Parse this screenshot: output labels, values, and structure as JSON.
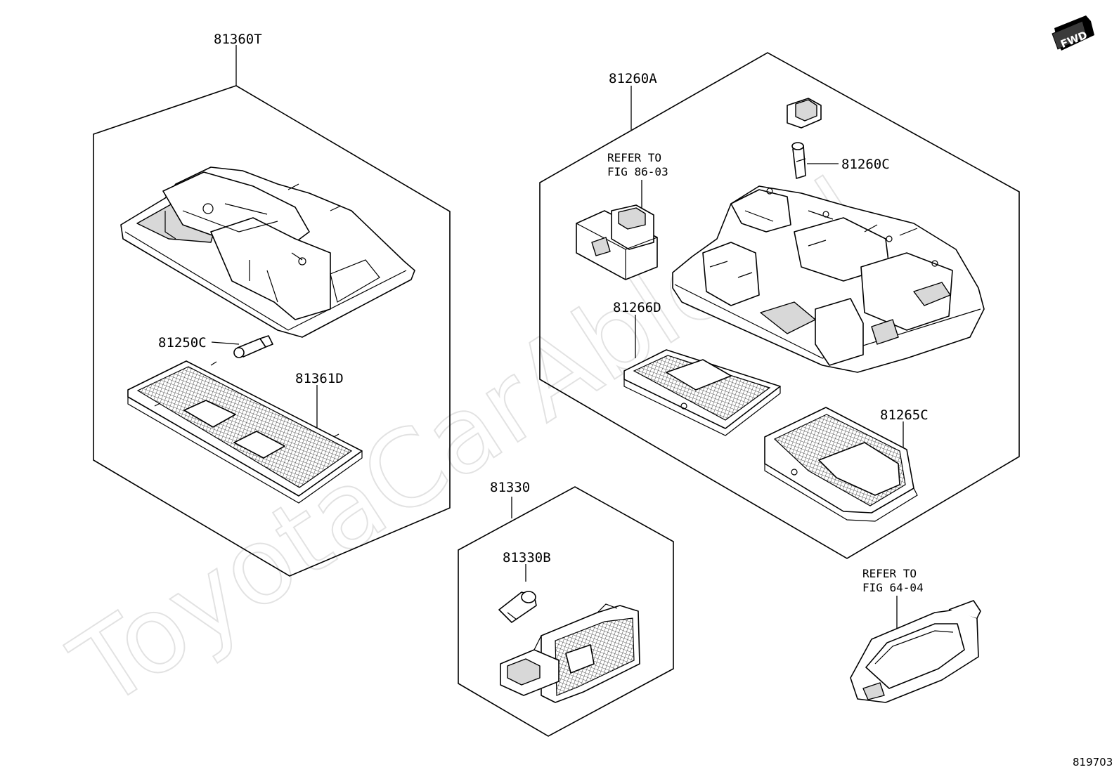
{
  "watermark": "ToyotaCarAble.ru",
  "figure_number": "819703",
  "fwd_badge": "FWD",
  "labels": {
    "p81360T": "81360T",
    "p81250C": "81250C",
    "p81361D": "81361D",
    "p81260A": "81260A",
    "p81260C": "81260C",
    "p81266D": "81266D",
    "p81265C": "81265C",
    "p81330": "81330",
    "p81330B": "81330B"
  },
  "refer_86": {
    "line1": "REFER TO",
    "line2": "FIG 86-03"
  },
  "refer_64": {
    "line1": "REFER TO",
    "line2": "FIG 64-04"
  }
}
